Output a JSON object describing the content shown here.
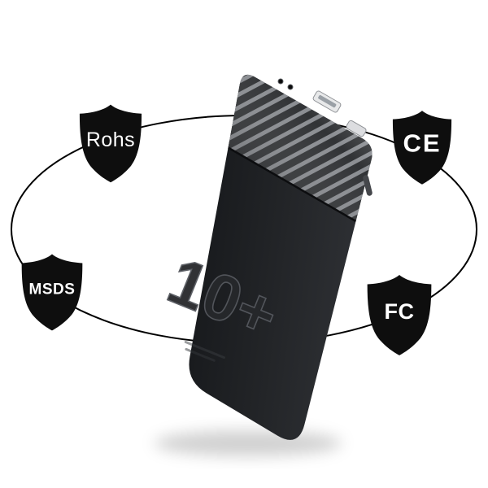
{
  "scene": {
    "background_color": "#ffffff",
    "orbit_color": "#000000",
    "shield_color": "#0e0e0e"
  },
  "badges": [
    {
      "id": "rohs",
      "label": "Rohs"
    },
    {
      "id": "ce",
      "label": "CE"
    },
    {
      "id": "msds",
      "label": "MSDS"
    },
    {
      "id": "fc",
      "label": "FC"
    }
  ],
  "device": {
    "type": "power-bank",
    "capacity_label": "10+",
    "body_color": "#1e2023",
    "stripe_dark": "#26282b",
    "stripe_light": "#85888d",
    "port_color": "#e8e9ea"
  }
}
